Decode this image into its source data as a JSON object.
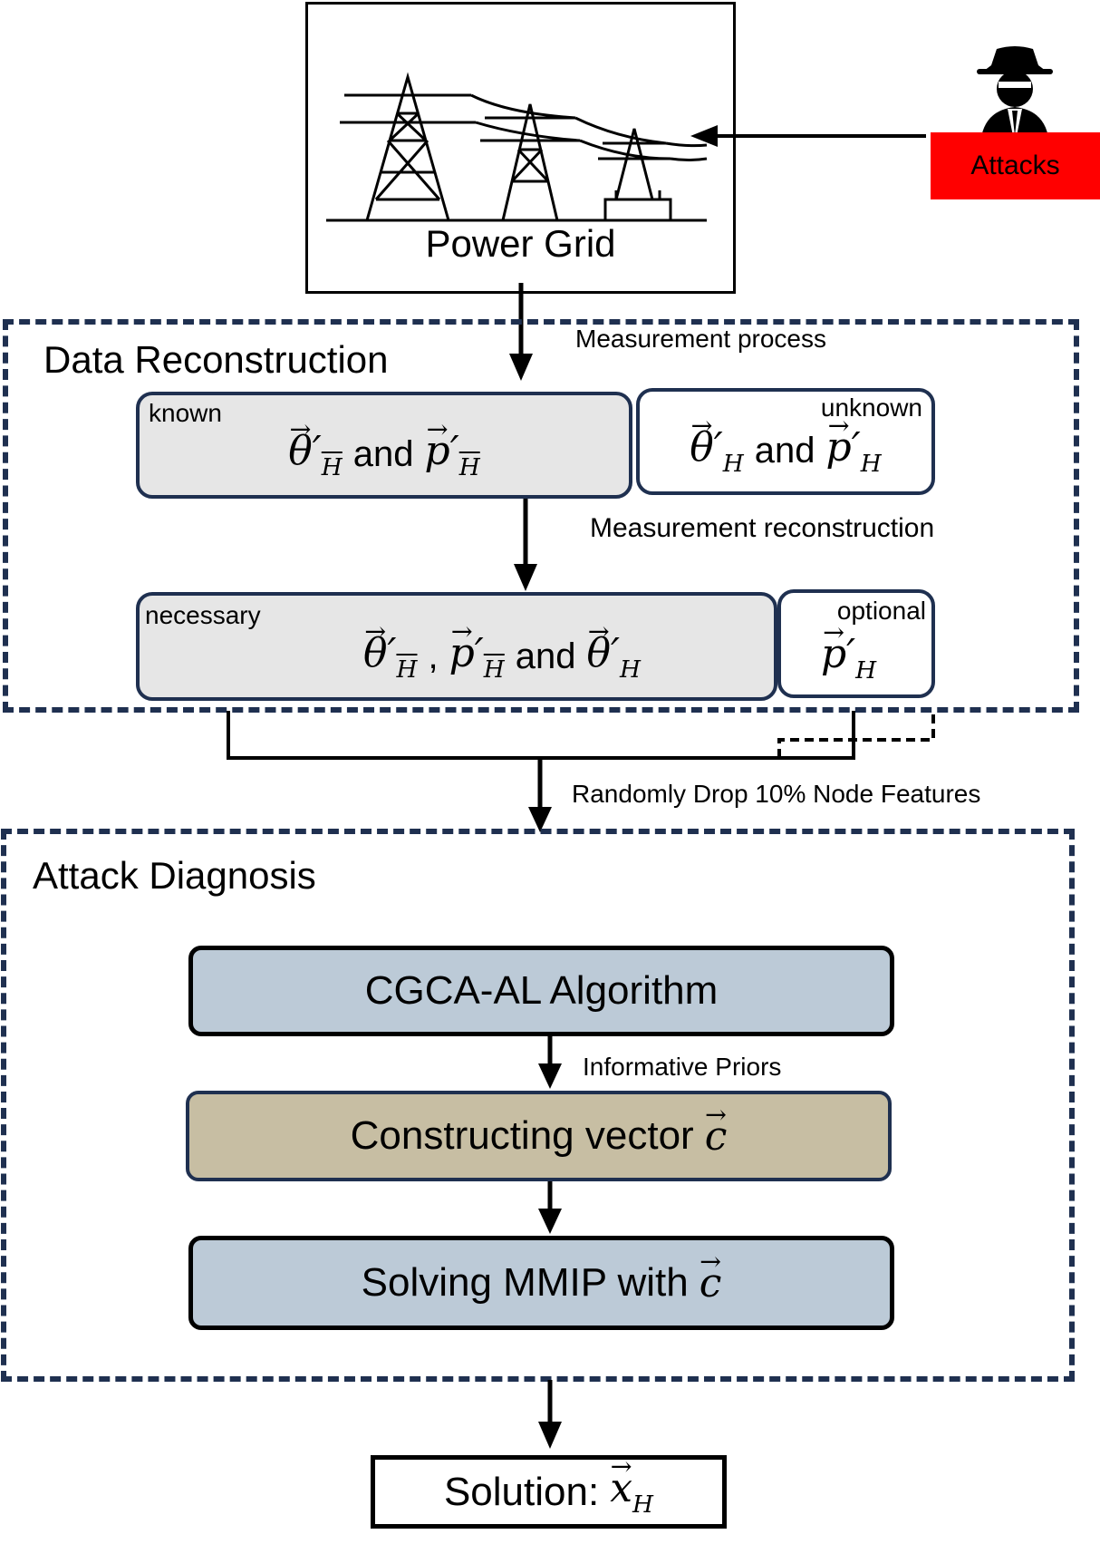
{
  "power_grid": {
    "label": "Power Grid"
  },
  "attacks": {
    "label": "Attacks",
    "color": "#ff0000"
  },
  "data_reconstruction": {
    "title": "Data Reconstruction",
    "measurement_process": "Measurement process",
    "measurement_reconstruction": "Measurement reconstruction",
    "known": {
      "tag": "known",
      "and": "and"
    },
    "unknown": {
      "tag": "unknown",
      "and": "and"
    },
    "necessary": {
      "tag": "necessary",
      "comma": ",",
      "and": "and"
    },
    "optional": {
      "tag": "optional"
    }
  },
  "drop_label": "Randomly Drop 10% Node Features",
  "attack_diagnosis": {
    "title": "Attack Diagnosis",
    "algorithm": "CGCA-AL Algorithm",
    "informative_priors": "Informative Priors",
    "constructing": "Constructing vector",
    "solving": "Solving MMIP with"
  },
  "solution": {
    "label": "Solution:"
  },
  "symbols": {
    "theta": "θ",
    "p": "p",
    "prime": "′",
    "H": "H",
    "c": "c",
    "x": "x"
  },
  "colors": {
    "frame": "#1f3050",
    "gray_box": "#e6e6e6",
    "blue_box": "#bccad7",
    "tan_box": "#c7bea3"
  }
}
